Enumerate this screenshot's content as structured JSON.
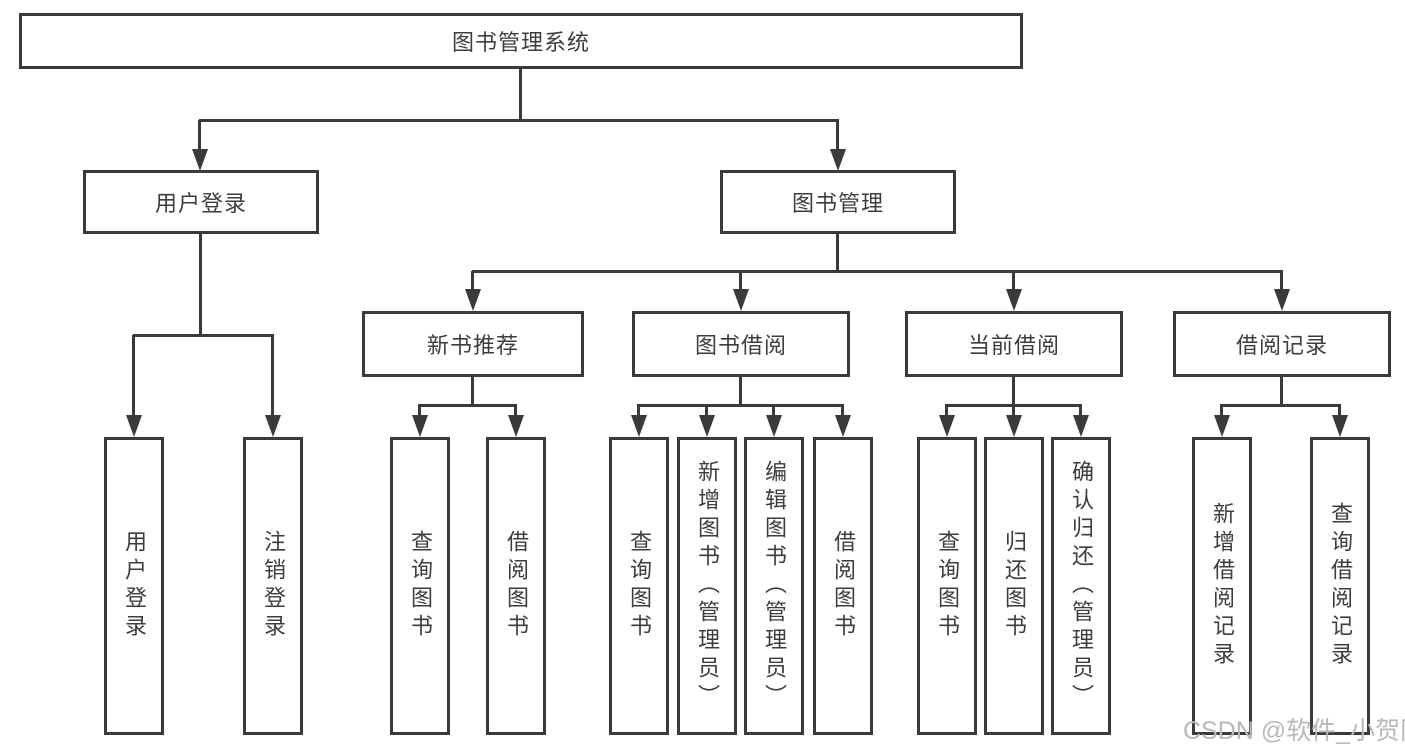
{
  "nodes": {
    "root": {
      "label": "图书管理系统"
    },
    "level2": [
      {
        "label": "用户登录"
      },
      {
        "label": "图书管理"
      }
    ],
    "level3": [
      {
        "label": "新书推荐"
      },
      {
        "label": "图书借阅"
      },
      {
        "label": "当前借阅"
      },
      {
        "label": "借阅记录"
      }
    ],
    "level4": [
      {
        "label": "用户登录"
      },
      {
        "label": "注销登录"
      },
      {
        "label": "查询图书"
      },
      {
        "label": "借阅图书"
      },
      {
        "label": "查询图书"
      },
      {
        "label": "新增图书（管理员）"
      },
      {
        "label": "编辑图书（管理员）"
      },
      {
        "label": "借阅图书"
      },
      {
        "label": "查询图书"
      },
      {
        "label": "归还图书"
      },
      {
        "label": "确认归还（管理员）"
      },
      {
        "label": "新增借阅记录"
      },
      {
        "label": "查询借阅记录"
      }
    ]
  },
  "watermark": {
    "text": "CSDN @软件_小贺同学"
  },
  "colors": {
    "line": "#3a3a3a",
    "text": "#3d3d3d",
    "background": "#ffffff",
    "watermark": "#b9b9b9"
  }
}
